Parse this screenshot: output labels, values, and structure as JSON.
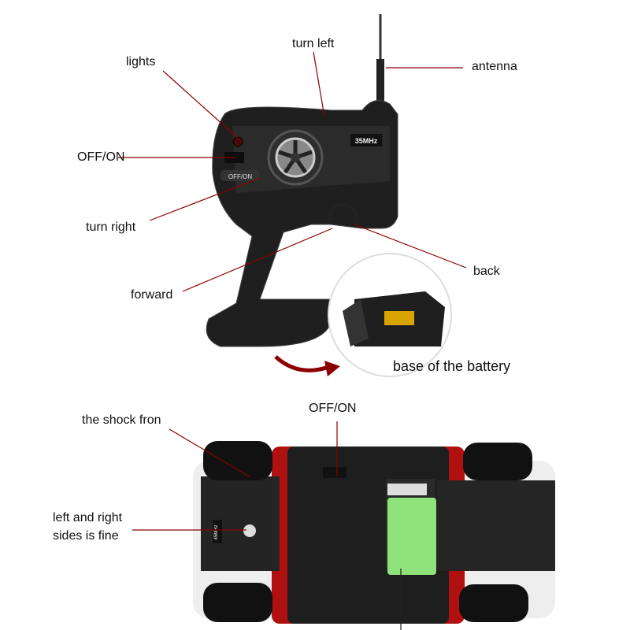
{
  "remote": {
    "labels": {
      "lights": "lights",
      "turn_left": "turn left",
      "antenna": "antenna",
      "off_on": "OFF/ON",
      "turn_right": "turn right",
      "back": "back",
      "forward": "forward",
      "battery_base": "base of the battery"
    },
    "printed": {
      "frequency": "35MHz",
      "switch": "OFF/ON"
    }
  },
  "car": {
    "labels": {
      "off_on": "OFF/ON",
      "shock_front": "the shock fron",
      "sides_line1": "left and right",
      "sides_line2": "sides is fine"
    },
    "printed": {
      "frequency": "45MHz"
    }
  },
  "colors": {
    "callout_line": "#8b0000",
    "body": "#1e1e1e",
    "battery": "#8fe27a",
    "accent_red": "#b01010"
  }
}
